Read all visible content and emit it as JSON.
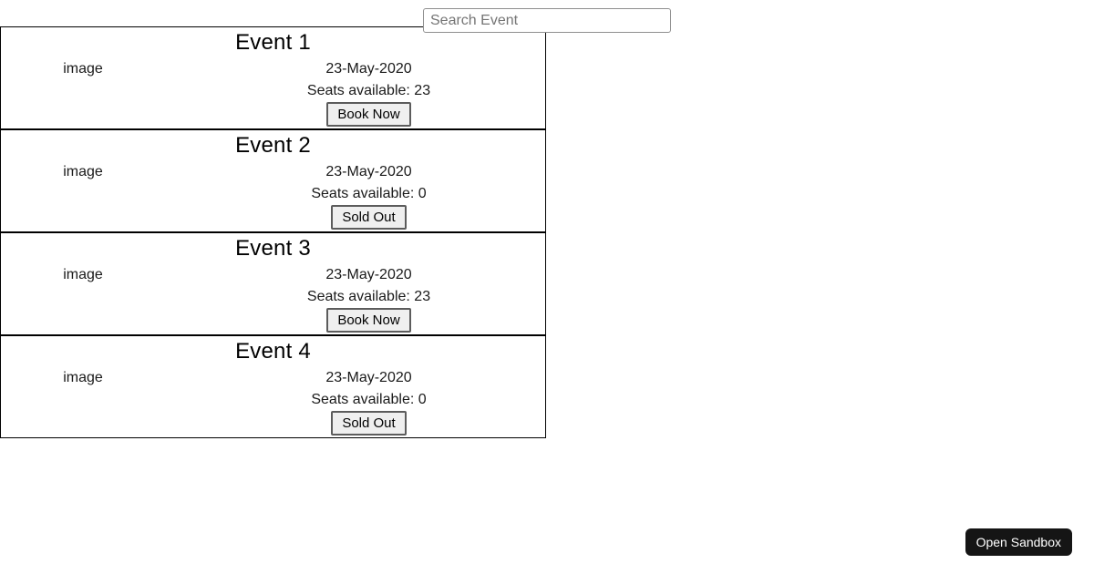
{
  "search": {
    "placeholder": "Search Event"
  },
  "events": [
    {
      "title": "Event 1",
      "image_alt": "image",
      "date": "23-May-2020",
      "seats_text": "Seats available: 23",
      "seats_available": 23,
      "button_label": "Book Now",
      "sold_out": false
    },
    {
      "title": "Event 2",
      "image_alt": "image",
      "date": "23-May-2020",
      "seats_text": "Seats available: 0",
      "seats_available": 0,
      "button_label": "Sold Out",
      "sold_out": true
    },
    {
      "title": "Event 3",
      "image_alt": "image",
      "date": "23-May-2020",
      "seats_text": "Seats available: 23",
      "seats_available": 23,
      "button_label": "Book Now",
      "sold_out": false
    },
    {
      "title": "Event 4",
      "image_alt": "image",
      "date": "23-May-2020",
      "seats_text": "Seats available: 0",
      "seats_available": 0,
      "button_label": "Sold Out",
      "sold_out": true
    }
  ],
  "sandbox_button": {
    "label": "Open Sandbox",
    "bg_color": "#151515",
    "text_color": "#ffffff"
  },
  "colors": {
    "card_border": "#000000",
    "action_button_bg": "#efefef",
    "action_button_border": "#5c5c5c",
    "placeholder_text": "#757575"
  }
}
